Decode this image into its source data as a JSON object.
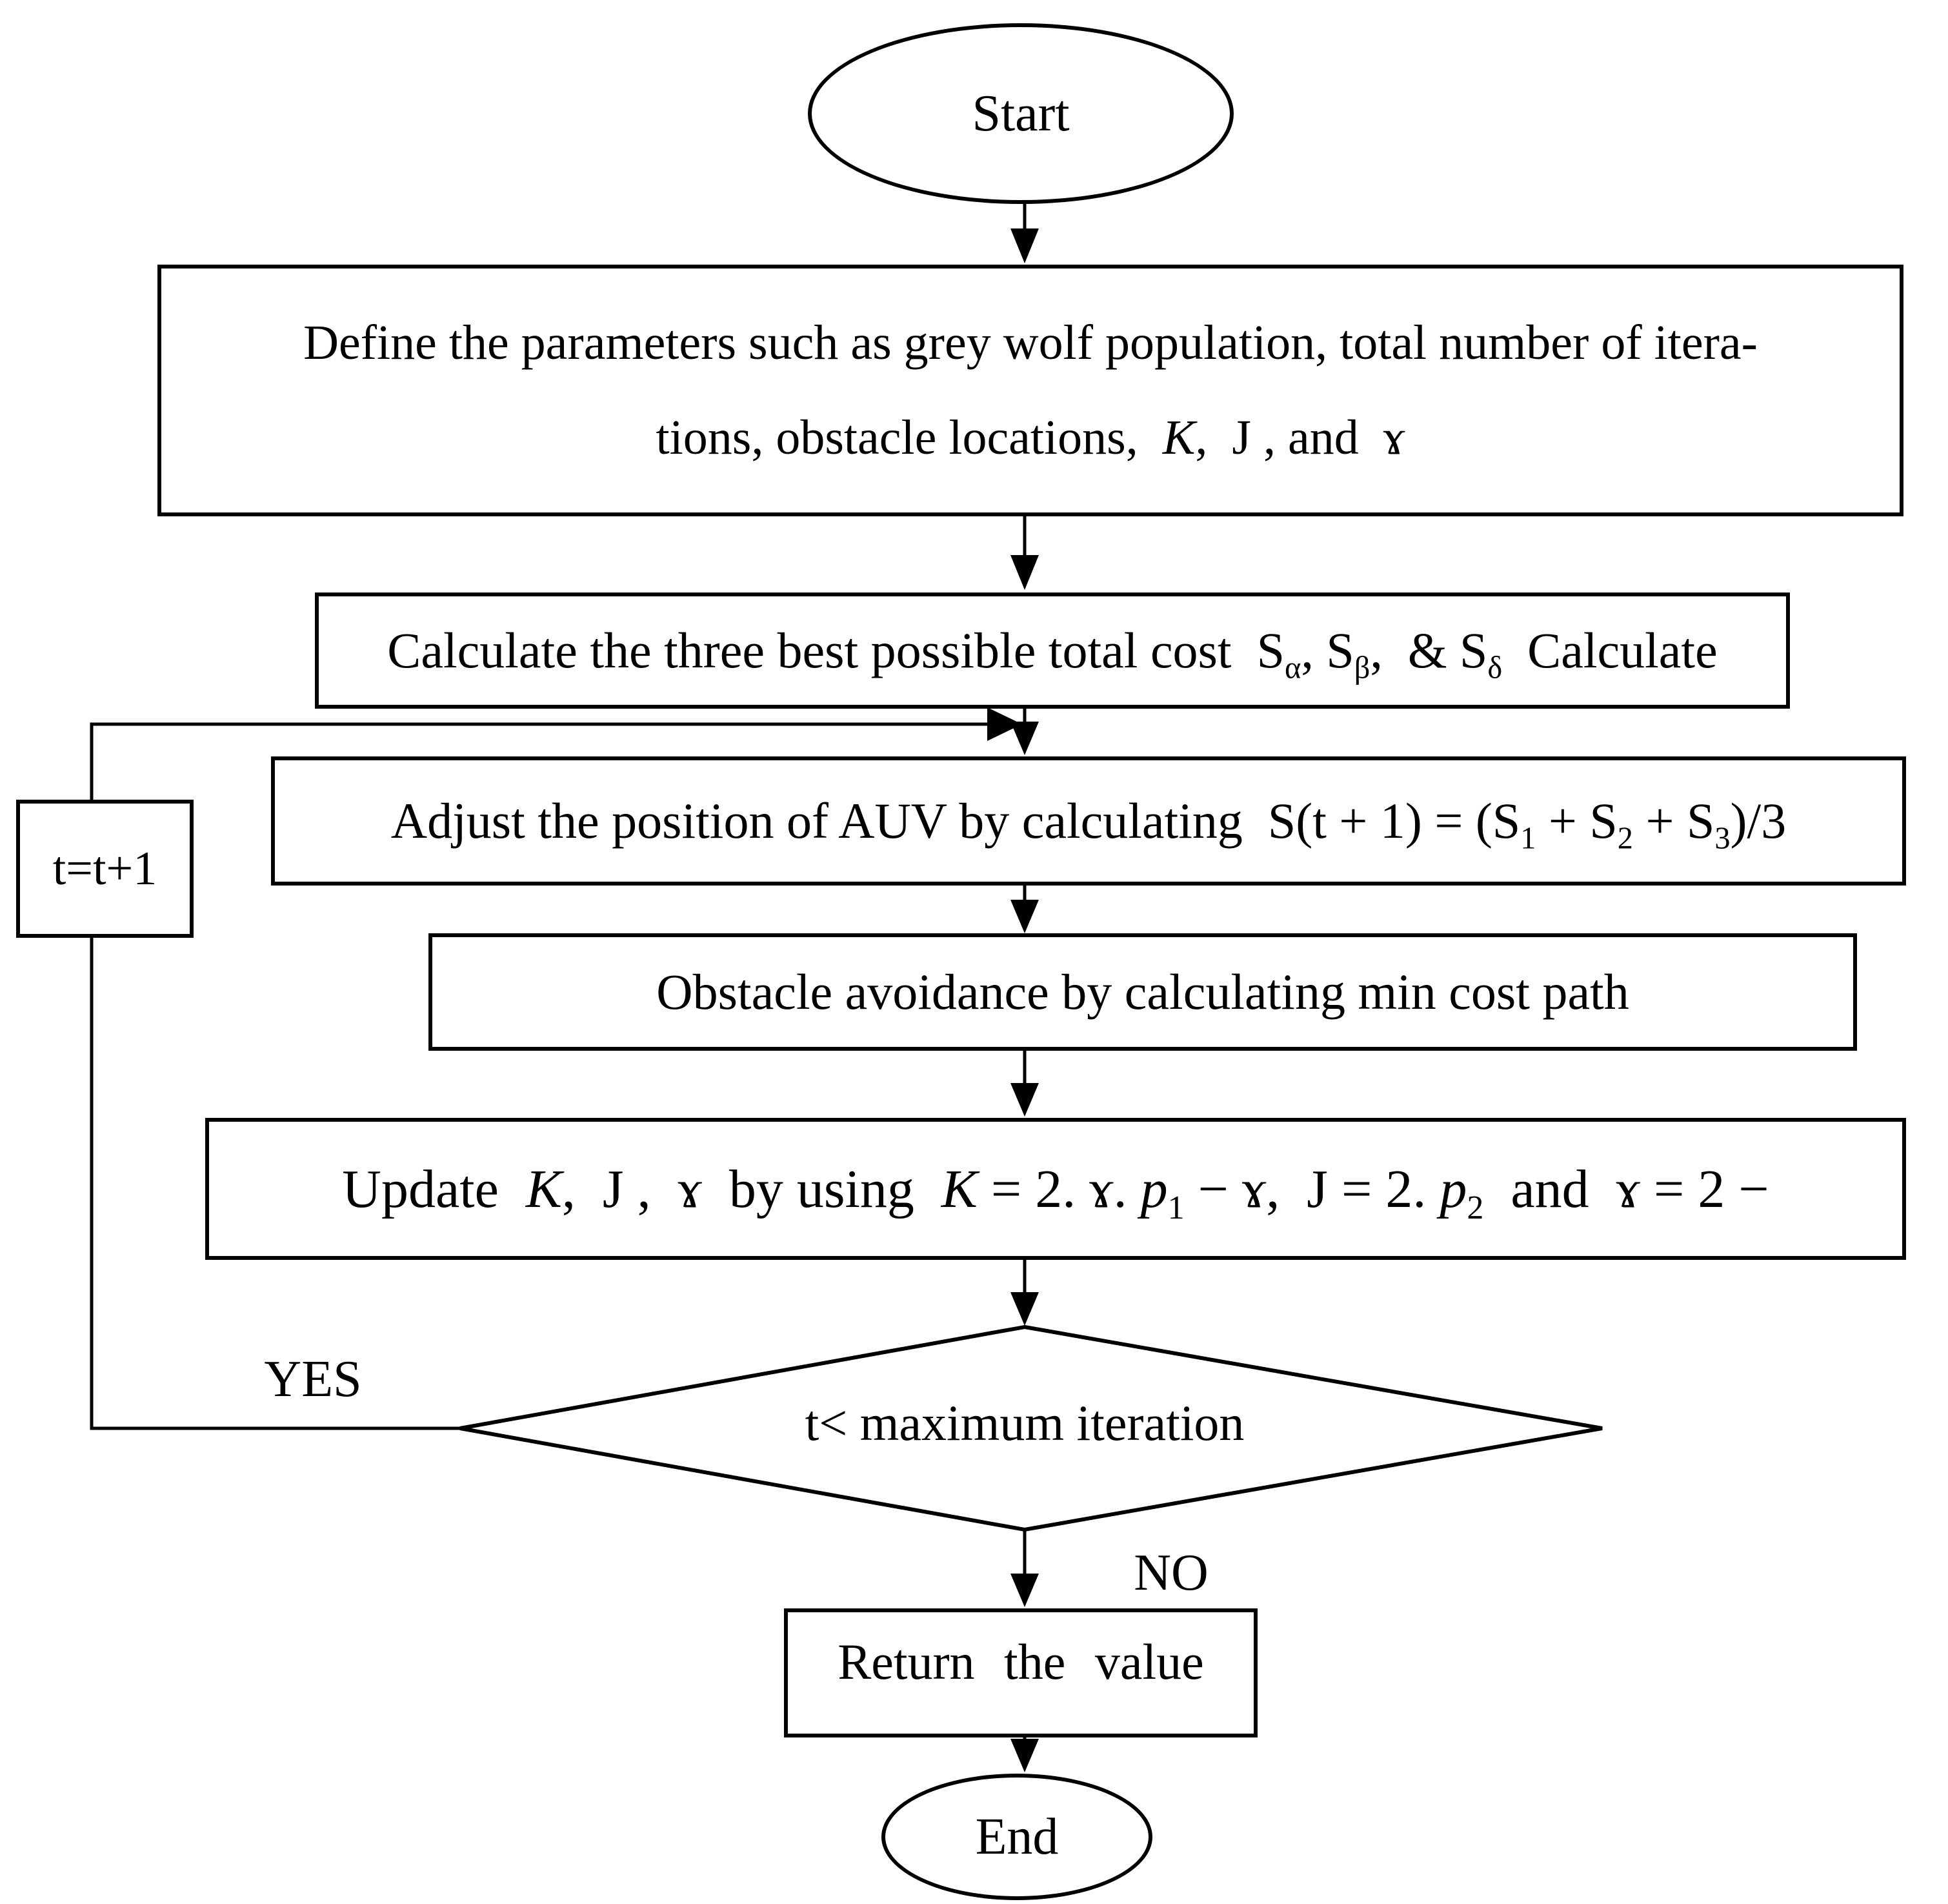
{
  "colors": {
    "stroke": "#000000",
    "fill": "#ffffff",
    "text": "#000000"
  },
  "nodes": {
    "start": {
      "label": "Start"
    },
    "define": {
      "line1": "Define the parameters such as grey wolf population, total number of itera-",
      "line2_runs": [
        {
          "t": "tions, obstacle locations,  "
        },
        {
          "t": "K",
          "it": true
        },
        {
          "t": ",  J , and  "
        },
        {
          "t": "ɤ"
        }
      ]
    },
    "calculate": {
      "runs": [
        {
          "t": "Calculate the three best possible total cost  S"
        },
        {
          "t": "α",
          "sub": true
        },
        {
          "t": ", S"
        },
        {
          "t": "β",
          "sub": true
        },
        {
          "t": ",  & S"
        },
        {
          "t": "δ",
          "sub": true
        },
        {
          "t": "  Calculate"
        }
      ]
    },
    "adjust": {
      "runs": [
        {
          "t": "Adjust the position of AUV by calculating  S(t + 1) = (S"
        },
        {
          "t": "1",
          "sub": true
        },
        {
          "t": " + S"
        },
        {
          "t": "2",
          "sub": true
        },
        {
          "t": " + S"
        },
        {
          "t": "3",
          "sub": true
        },
        {
          "t": ")/3"
        }
      ]
    },
    "obstacle": {
      "label": "Obstacle avoidance by calculating min cost path"
    },
    "update": {
      "runs": [
        {
          "t": "Update  "
        },
        {
          "t": "K",
          "it": true
        },
        {
          "t": ",  J ,  ɤ  by using  "
        },
        {
          "t": "K",
          "it": true
        },
        {
          "t": " = 2. ɤ. "
        },
        {
          "t": "p",
          "it": true
        },
        {
          "t": "1",
          "sub": true
        },
        {
          "t": " − ɤ,  J = 2. "
        },
        {
          "t": "p",
          "it": true
        },
        {
          "t": "2",
          "sub": true
        },
        {
          "t": "  and  ɤ = 2 −"
        }
      ]
    },
    "decision": {
      "label": "t< maximum iteration"
    },
    "increment": {
      "label": "t=t+1"
    },
    "return_value": {
      "label": "Return the value"
    },
    "end": {
      "label": "End"
    }
  },
  "edge_labels": {
    "yes": "YES",
    "no": "NO"
  }
}
